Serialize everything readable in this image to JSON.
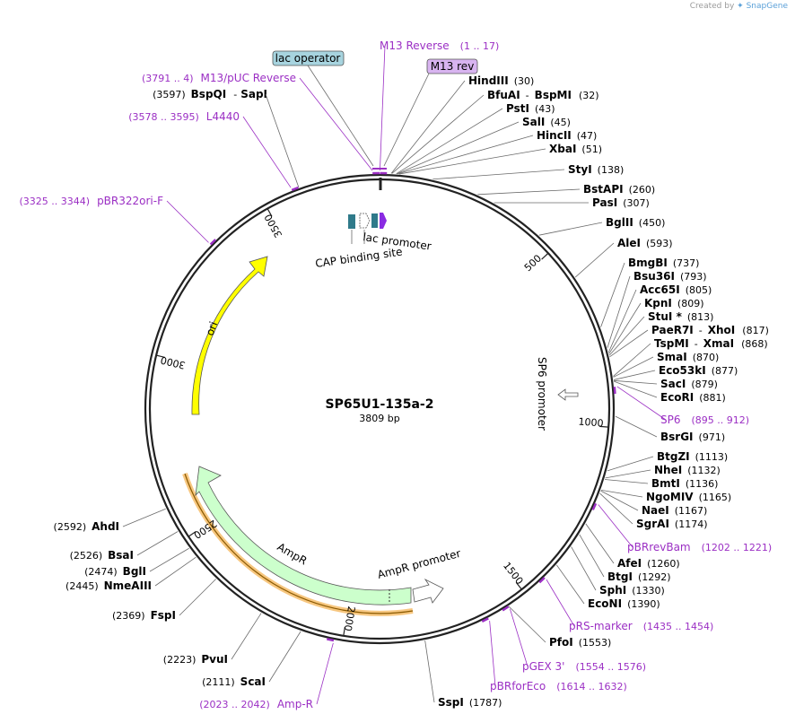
{
  "credit": {
    "prefix": "Created by",
    "brand": "SnapGene"
  },
  "plasmid": {
    "name": "SP65U1-135a-2",
    "length_label": "3809 bp",
    "length": 3809
  },
  "ticks": [
    {
      "label": "500",
      "pos": 500
    },
    {
      "label": "1000",
      "pos": 1000
    },
    {
      "label": "1500",
      "pos": 1500
    },
    {
      "label": "2000",
      "pos": 2000
    },
    {
      "label": "2500",
      "pos": 2500
    },
    {
      "label": "3000",
      "pos": 3000
    },
    {
      "label": "3500",
      "pos": 3500
    }
  ],
  "features": {
    "ori": "ori",
    "ampr": "AmpR",
    "ampr_promoter": "AmpR promoter",
    "sp6_promoter": "SP6 promoter",
    "lac_promoter": "lac promoter",
    "cap_site": "CAP binding site",
    "lac_operator": "lac operator",
    "m13_rev_box": "M13 rev"
  },
  "enzymes": [
    {
      "name": "HindIII",
      "pos": "(30)"
    },
    {
      "name": "BfuAI",
      "name2": "BspMI",
      "pos": "(32)"
    },
    {
      "name": "PstI",
      "pos": "(43)"
    },
    {
      "name": "SalI",
      "pos": "(45)"
    },
    {
      "name": "HincII",
      "pos": "(47)"
    },
    {
      "name": "XbaI",
      "pos": "(51)"
    },
    {
      "name": "StyI",
      "pos": "(138)"
    },
    {
      "name": "BstAPI",
      "pos": "(260)"
    },
    {
      "name": "PasI",
      "pos": "(307)"
    },
    {
      "name": "BglII",
      "pos": "(450)"
    },
    {
      "name": "AleI",
      "pos": "(593)"
    },
    {
      "name": "BmgBI",
      "pos": "(737)"
    },
    {
      "name": "Bsu36I",
      "pos": "(793)"
    },
    {
      "name": "Acc65I",
      "pos": "(805)"
    },
    {
      "name": "KpnI",
      "pos": "(809)"
    },
    {
      "name": "StuI *",
      "pos": "(813)"
    },
    {
      "name": "PaeR7I",
      "name2": "XhoI",
      "pos": "(817)"
    },
    {
      "name": "TspMI",
      "name2": "XmaI",
      "pos": "(868)"
    },
    {
      "name": "SmaI",
      "pos": "(870)"
    },
    {
      "name": "Eco53kI",
      "pos": "(877)"
    },
    {
      "name": "SacI",
      "pos": "(879)"
    },
    {
      "name": "EcoRI",
      "pos": "(881)"
    },
    {
      "name": "BsrGI",
      "pos": "(971)"
    },
    {
      "name": "BtgZI",
      "pos": "(1113)"
    },
    {
      "name": "NheI",
      "pos": "(1132)"
    },
    {
      "name": "BmtI",
      "pos": "(1136)"
    },
    {
      "name": "NgoMIV",
      "pos": "(1165)"
    },
    {
      "name": "NaeI",
      "pos": "(1167)"
    },
    {
      "name": "SgrAI",
      "pos": "(1174)"
    },
    {
      "name": "AfeI",
      "pos": "(1260)"
    },
    {
      "name": "BtgI",
      "pos": "(1292)"
    },
    {
      "name": "SphI",
      "pos": "(1330)"
    },
    {
      "name": "EcoNI",
      "pos": "(1390)"
    },
    {
      "name": "PfoI",
      "pos": "(1553)"
    },
    {
      "name": "SspI",
      "pos": "(1787)"
    },
    {
      "name": "ScaI",
      "pos": "(2111)"
    },
    {
      "name": "PvuI",
      "pos": "(2223)"
    },
    {
      "name": "FspI",
      "pos": "(2369)"
    },
    {
      "name": "NmeAIII",
      "pos": "(2445)"
    },
    {
      "name": "BglI",
      "pos": "(2474)"
    },
    {
      "name": "BsaI",
      "pos": "(2526)"
    },
    {
      "name": "AhdI",
      "pos": "(2592)"
    },
    {
      "name": "BspQI",
      "name2": "SapI",
      "pos": "(3597)"
    }
  ],
  "primers": [
    {
      "name": "M13 Reverse",
      "range": "(1 .. 17)"
    },
    {
      "name": "M13/pUC Reverse",
      "range": "(3791 .. 4)"
    },
    {
      "name": "L4440",
      "range": "(3578 .. 3595)"
    },
    {
      "name": "pBR322ori-F",
      "range": "(3325 .. 3344)"
    },
    {
      "name": "SP6",
      "range": "(895 .. 912)"
    },
    {
      "name": "pBRrevBam",
      "range": "(1202 .. 1221)"
    },
    {
      "name": "pRS-marker",
      "range": "(1435 .. 1454)"
    },
    {
      "name": "pGEX 3'",
      "range": "(1554 .. 1576)"
    },
    {
      "name": "pBRforEco",
      "range": "(1614 .. 1632)"
    },
    {
      "name": "Amp-R",
      "range": "(2023 .. 2042)"
    }
  ]
}
